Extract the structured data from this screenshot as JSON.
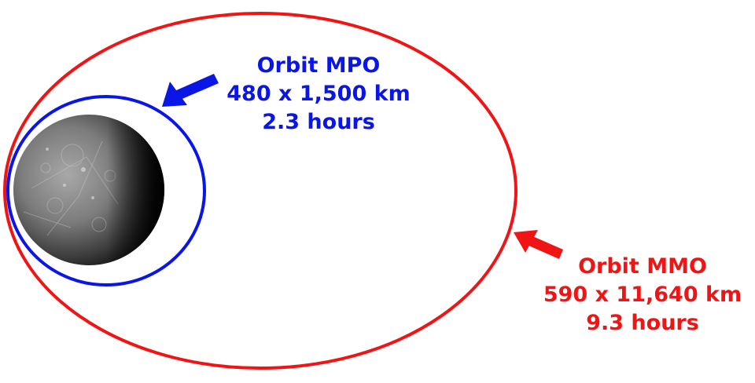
{
  "orbits": [
    {
      "id": "mpo",
      "title": "Orbit MPO",
      "dimensions": "480 x 1,500 km",
      "period": "2.3 hours",
      "color": "#0a16e6"
    },
    {
      "id": "mmo",
      "title": "Orbit MMO",
      "dimensions": "590 x 11,640 km",
      "period": "9.3 hours",
      "color": "#f01414"
    }
  ],
  "planet": {
    "image": "planet-mercury"
  }
}
